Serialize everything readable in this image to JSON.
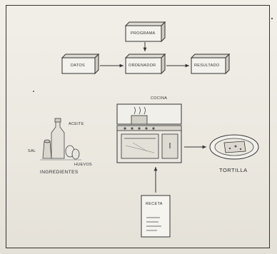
{
  "nodes": {
    "programa": "PROGRAMA",
    "datos": "DATOS",
    "ordenador": "ORDENADOR",
    "resultado": "RESULTADO"
  },
  "cooking": {
    "cocina": "COCINA",
    "aceite": "ACEITE",
    "sal": "SAL",
    "huevos": "HUEVOS",
    "ingredientes": "INGREDIENTES",
    "receta": "RECETA",
    "tortilla": "TORTILLA"
  }
}
